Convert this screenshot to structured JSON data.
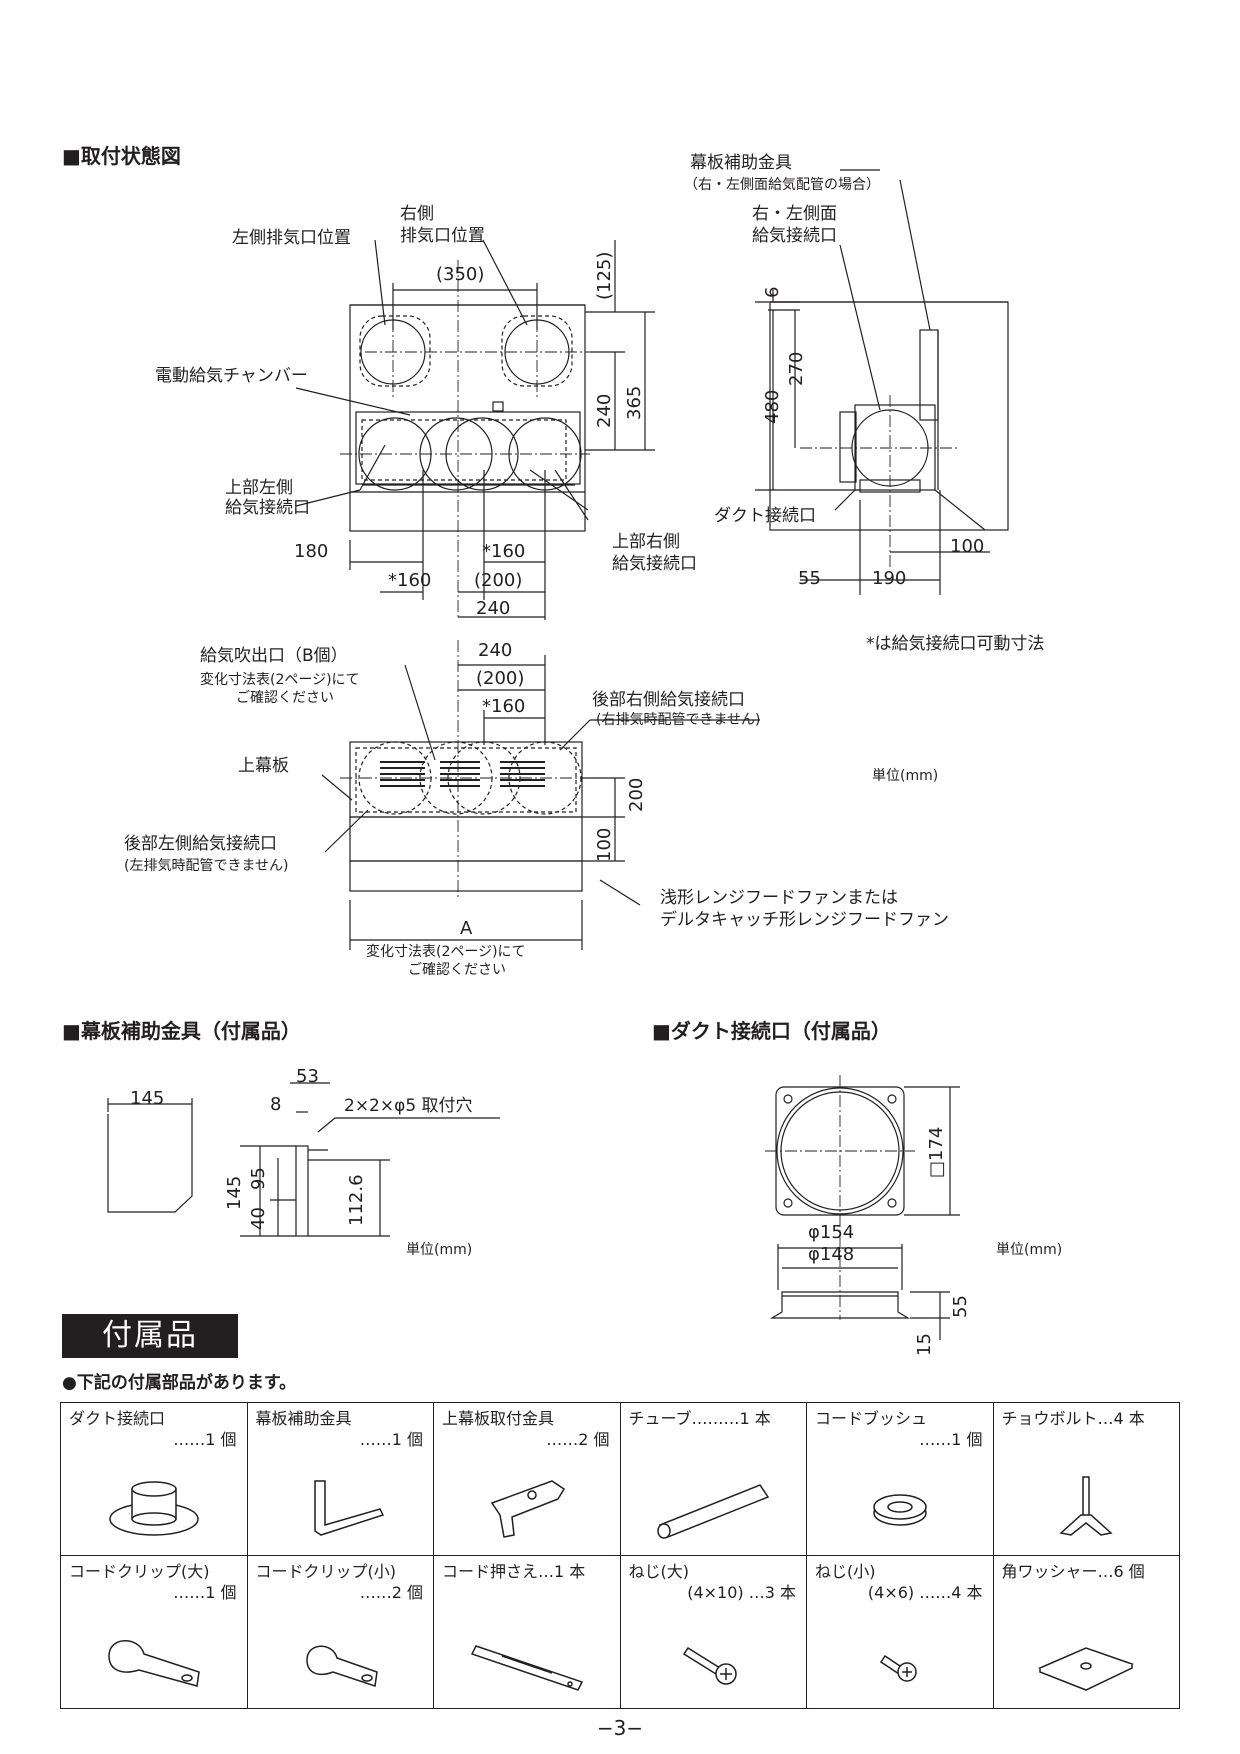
{
  "headings": {
    "installation": "■取付状態図",
    "bracket": "■幕板補助金具（付属品）",
    "duct": "■ダクト接続口（付属品）"
  },
  "front_view": {
    "left_exhaust": "左側排気口位置",
    "right_exhaust_1": "右側",
    "right_exhaust_2": "排気口位置",
    "chamber": "電動給気チャンバー",
    "top_left_1": "上部左側",
    "top_left_2": "給気接続口",
    "top_right_1": "上部右側",
    "top_right_2": "給気接続口",
    "d350": "(350)",
    "d125": "(125)",
    "d365": "365",
    "d240v": "240",
    "d180": "180",
    "d160a": "*160",
    "d160b": "*160",
    "d200": "(200)",
    "d240": "240"
  },
  "side_view": {
    "plate_1": "幕板補助金具",
    "plate_2": "（右・左側面給気配管の場合）",
    "side_1": "右・左側面",
    "side_2": "給気接続口",
    "duct": "ダクト接続口",
    "d6": "6",
    "d270": "270",
    "d480": "480",
    "d55": "55",
    "d190": "190",
    "d100": "100"
  },
  "note_movable": "*は給気接続口可動寸法",
  "top_view": {
    "outlet_1": "給気吹出口（B個）",
    "outlet_2": "変化寸法表(2ページ)にて",
    "outlet_3": "ご確認ください",
    "rear_right_1": "後部右側給気接続口",
    "rear_right_2": "(右排気時配管できません)",
    "top_plate": "上幕板",
    "rear_left_1": "後部左側給気接続口",
    "rear_left_2": "(左排気時配管できません)",
    "hood_1": "浅形レンジフードファンまたは",
    "hood_2": "デルタキャッチ形レンジフードファン",
    "d240": "240",
    "d200": "(200)",
    "d160": "*160",
    "d200v": "200",
    "d100v": "100",
    "dA": "A",
    "a_note_1": "変化寸法表(2ページ)にて",
    "a_note_2": "ご確認ください"
  },
  "units": {
    "u1": "単位(mm)",
    "u2": "単位(mm)",
    "u3": "単位(mm)"
  },
  "bracket_dims": {
    "w145": "145",
    "d53": "53",
    "d8": "8",
    "holes": "2×2×φ5 取付穴",
    "h145": "145",
    "h95": "95",
    "h40": "40",
    "h112": "112.6"
  },
  "duct_dims": {
    "sq174": "□174",
    "d154": "φ154",
    "d148": "φ148",
    "h55": "55",
    "h15": "15"
  },
  "accessories": {
    "title": "付属品",
    "intro": "●下記の付属部品があります。",
    "items": [
      {
        "name": "ダクト接続口",
        "qty": "……1 個"
      },
      {
        "name": "幕板補助金具",
        "qty": "……1 個"
      },
      {
        "name": "上幕板取付金具",
        "qty": "……2 個"
      },
      {
        "name": "チューブ………1 本",
        "qty": ""
      },
      {
        "name": "コードブッシュ",
        "qty": "……1 個"
      },
      {
        "name": "チョウボルト…4 本",
        "qty": ""
      },
      {
        "name": "コードクリップ(大)",
        "qty": "……1 個"
      },
      {
        "name": "コードクリップ(小)",
        "qty": "……2 個"
      },
      {
        "name": "コード押さえ…1 本",
        "qty": ""
      },
      {
        "name": "ねじ(大)",
        "qty": "(4×10) …3 本"
      },
      {
        "name": "ねじ(小)",
        "qty": "(4×6) ……4 本"
      },
      {
        "name": "角ワッシャー…6 個",
        "qty": ""
      }
    ]
  },
  "page_number": "−3−"
}
